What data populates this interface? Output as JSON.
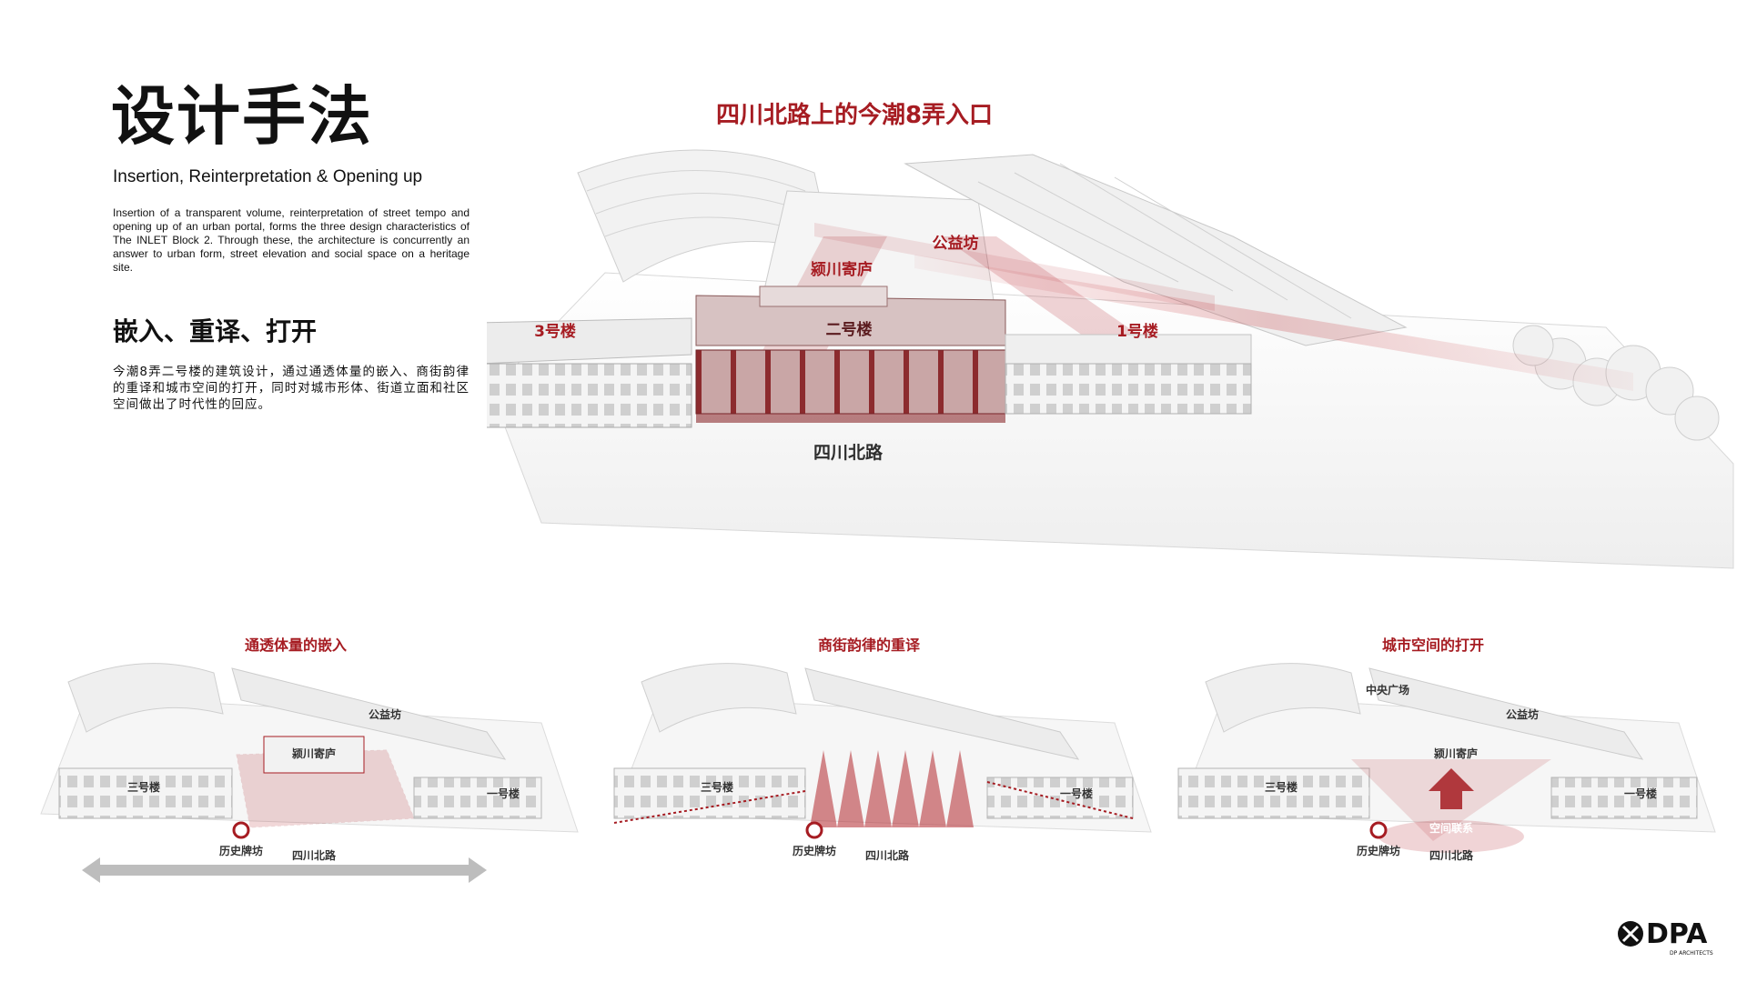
{
  "page": {
    "title": "设计手法",
    "subtitle_en": "Insertion, Reinterpretation & Opening up",
    "description_en": "Insertion of a transparent volume, reinterpretation of street tempo and opening up of an urban portal, forms the three design characteristics of The INLET Block 2. Through these, the architecture is concurrently an answer to urban form, street elevation and social space on a heritage site.",
    "subtitle_zh": "嵌入、重译、打开",
    "description_zh": "今潮8弄二号楼的建筑设计，通过通透体量的嵌入、商街韵律的重译和城市空间的打开，同时对城市形体、街道立面和社区空间做出了时代性的回应。"
  },
  "main_diagram": {
    "heading": "四川北路上的今潮8弄入口",
    "labels": {
      "yingchuan": "颍川寄庐",
      "gongyi": "公益坊",
      "building3": "3号楼",
      "building2": "二号楼",
      "building1": "1号楼",
      "street": "四川北路"
    }
  },
  "panels": [
    {
      "heading": "通透体量的嵌入",
      "labels": {
        "gongyi": "公益坊",
        "yingchuan": "颍川寄庐",
        "building3": "三号楼",
        "building1": "一号楼",
        "archway": "历史牌坊",
        "street": "四川北路"
      }
    },
    {
      "heading": "商街韵律的重译",
      "labels": {
        "building3": "三号楼",
        "building1": "一号楼",
        "archway": "历史牌坊",
        "street": "四川北路"
      }
    },
    {
      "heading": "城市空间的打开",
      "labels": {
        "central_plaza": "中央广场",
        "gongyi": "公益坊",
        "yingchuan": "颍川寄庐",
        "building3": "三号楼",
        "building1": "一号楼",
        "spatial_link": "空间联系",
        "archway": "历史牌坊",
        "street": "四川北路"
      }
    }
  ],
  "logo": {
    "text": "DPA",
    "subtext": "DP ARCHITECTS"
  },
  "colors": {
    "accent_red": "#a61c22",
    "label_dark": "#3a2020",
    "line_gray": "#9a9a9a"
  }
}
